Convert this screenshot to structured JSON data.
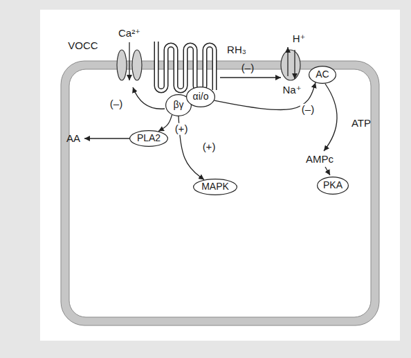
{
  "diagram": {
    "nodes": [
      {
        "text": [
          "βγ"
        ]
      },
      {
        "text": [
          "αi/o"
        ]
      },
      {
        "text": [
          "AC"
        ]
      },
      {
        "text": [
          "PLA2"
        ]
      },
      {
        "text": [
          "MAPK"
        ]
      },
      {
        "text": [
          "PKA"
        ]
      }
    ],
    "edges": [
      {
        "from": 0,
        "to": 3,
        "arrow": "to",
        "label": "(+)"
      },
      {
        "from": 0,
        "to": 4,
        "arrow": "to",
        "label": "(+)"
      },
      {
        "from": 1,
        "to": 2,
        "arrow": "to",
        "label": "(–)"
      }
    ],
    "labels": [
      "VOCC",
      "Ca²⁺",
      "RH₃",
      "H⁺",
      "Na⁺",
      "(–)",
      "(–)",
      "ATP",
      "AMPc",
      "AA"
    ]
  }
}
